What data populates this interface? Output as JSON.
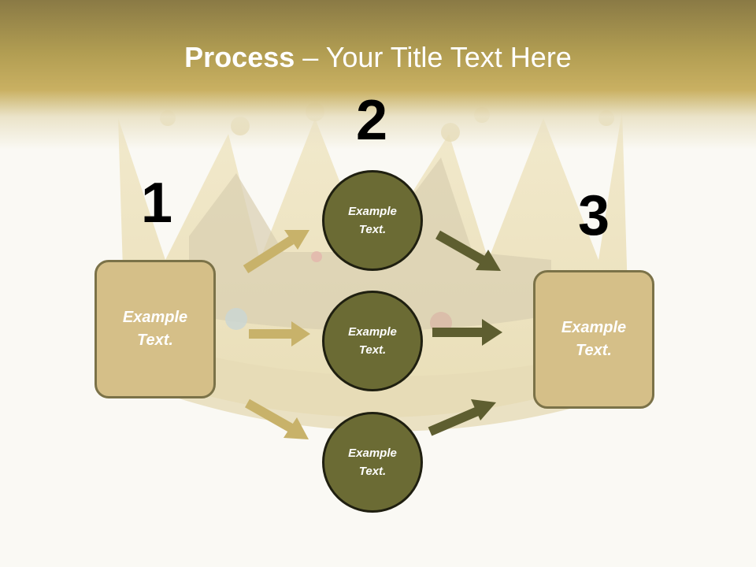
{
  "title": {
    "bold": "Process",
    "rest": " – Your Title Text Here"
  },
  "steps": [
    {
      "number": "1"
    },
    {
      "number": "2"
    },
    {
      "number": "3"
    }
  ],
  "left_box": {
    "text": "Example\nText."
  },
  "right_box": {
    "text": "Example\nText."
  },
  "circles": [
    {
      "text": "Example\nText."
    },
    {
      "text": "Example\nText."
    },
    {
      "text": "Example\nText."
    }
  ],
  "colors": {
    "header_gold": "#c9b062",
    "box_fill": "#d5bf88",
    "circle_fill": "#6b6b34",
    "arrow_light": "#c8b26a",
    "arrow_dark": "#5e5e30"
  }
}
